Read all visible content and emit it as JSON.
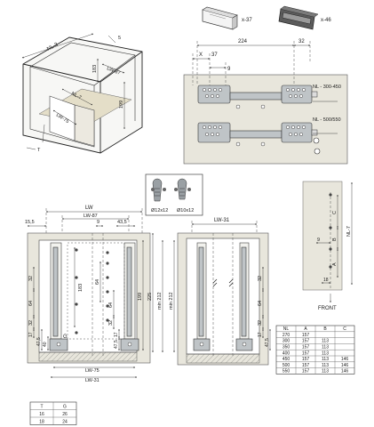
{
  "accessories": {
    "handle_qty": "x-37",
    "clip_qty": "x-46"
  },
  "perspective": {
    "dim_nl_3": "NL-3",
    "dim_5": "5",
    "dim_lw87": "LW-87",
    "dim_183": "183",
    "dim_nl7": "NL-7",
    "dim_199": "199",
    "dim_lw75": "LW-75",
    "dim_t": "T"
  },
  "slide_detail": {
    "dim_224": "224",
    "dim_32": "32",
    "dim_x": "X",
    "dim_37": "37",
    "dim_9": "9",
    "range_short": "NL - 300-450",
    "range_long": "NL - 500/550"
  },
  "screws": {
    "screw_a": "Ø12x12",
    "screw_b": "Ø10x12"
  },
  "front_view": {
    "dim_lw": "LW",
    "dim_15_5": "15,5",
    "dim_lw87": "LW-87",
    "dim_9": "9",
    "dim_43_5": "43,5",
    "dim_32_top": "32",
    "dim_183": "183",
    "dim_64": "64",
    "dim_32_low": "32",
    "dim_17": "17",
    "dim_47_5": "47,5",
    "dim_40": "40",
    "label_g": "G",
    "dim_199": "199",
    "dim_225": "225",
    "dim_min212": "min 212",
    "dim_64_right": "64",
    "dim_32_right": "32",
    "dim_17_right": "17",
    "dim_47_5_right": "47,5",
    "dim_lw75": "LW-75",
    "dim_lw31": "LW-31"
  },
  "rear_view": {
    "dim_lw31": "LW-31",
    "dim_min212": "min 212",
    "dim_32": "32",
    "dim_64": "64",
    "dim_17": "17",
    "dim_47_5": "47,5"
  },
  "side_view": {
    "label_c": "C",
    "label_b": "B",
    "label_a": "A",
    "dim_nl7": "NL-7",
    "dim_9": "9",
    "dim_18": "18",
    "front_label": "FRONT"
  },
  "nl_table": {
    "headers": [
      "NL",
      "A",
      "B",
      "C"
    ],
    "rows": [
      [
        "270",
        "157",
        "",
        ""
      ],
      [
        "300",
        "157",
        "113",
        ""
      ],
      [
        "350",
        "157",
        "113",
        ""
      ],
      [
        "400",
        "157",
        "113",
        ""
      ],
      [
        "450",
        "157",
        "113",
        "146"
      ],
      [
        "500",
        "157",
        "113",
        "146"
      ],
      [
        "550",
        "157",
        "113",
        "146"
      ]
    ]
  },
  "tg_table": {
    "headers": [
      "T",
      "G"
    ],
    "rows": [
      [
        "16",
        "26"
      ],
      [
        "18",
        "24"
      ]
    ]
  }
}
